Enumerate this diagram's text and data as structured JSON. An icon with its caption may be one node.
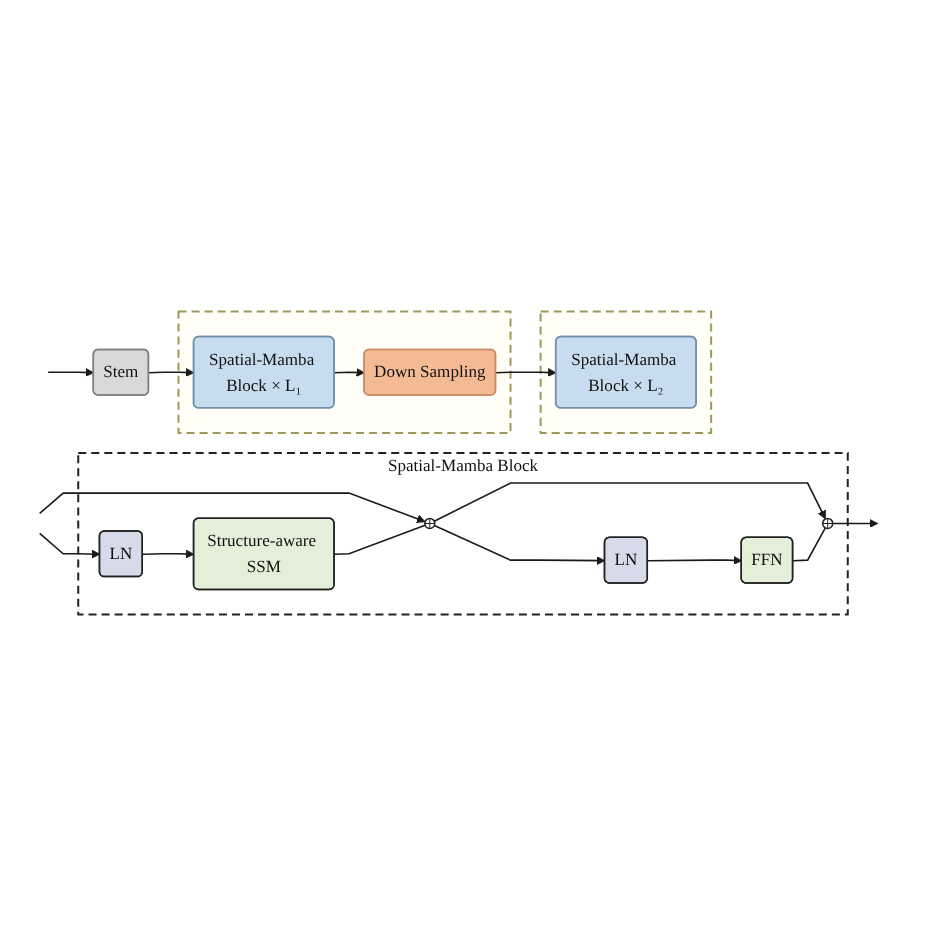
{
  "diagram": {
    "nodes": [
      {
        "text": [
          "Stem"
        ]
      },
      {
        "text": [],
        "shape": "box"
      },
      {
        "text": [
          "Spatial-Mamba Block × L₁"
        ],
        "in": 1
      },
      {
        "text": [
          "Down Sampling"
        ],
        "in": 1
      },
      {
        "text": [],
        "shape": "box"
      },
      {
        "text": [
          "Spatial-Mamba Block × L₂"
        ],
        "in": 4
      },
      {
        "text": [
          "Spatial-Mamba Block"
        ]
      },
      {
        "text": [
          "LN"
        ],
        "in": 6
      },
      {
        "text": [
          "Structure-aware SSM"
        ],
        "in": 6
      },
      {
        "text": [],
        "shape": "circle",
        "in": 6
      },
      {
        "text": [
          "LN"
        ],
        "in": 6
      },
      {
        "text": [
          "FFN"
        ],
        "in": 6
      },
      {
        "text": [],
        "shape": "circle",
        "in": 6
      }
    ],
    "edges": [
      {
        "from": null,
        "to": 0,
        "arrow": "to"
      },
      {
        "from": 0,
        "to": 2,
        "arrow": "to"
      },
      {
        "from": 2,
        "to": 3,
        "arrow": "to"
      },
      {
        "from": 3,
        "to": 5,
        "arrow": "to"
      },
      {
        "from": null,
        "to": 7,
        "arrow": "to"
      },
      {
        "from": null,
        "to": 9,
        "arrow": "to"
      },
      {
        "from": 7,
        "to": 8,
        "arrow": "to"
      },
      {
        "from": 8,
        "to": 9,
        "arrow": "none"
      },
      {
        "from": 9,
        "to": 10,
        "arrow": "to"
      },
      {
        "from": 9,
        "to": 12,
        "arrow": "to"
      },
      {
        "from": 10,
        "to": 11,
        "arrow": "to"
      },
      {
        "from": 11,
        "to": 12,
        "arrow": "none"
      },
      {
        "from": 12,
        "to": null,
        "arrow": "to"
      }
    ]
  }
}
